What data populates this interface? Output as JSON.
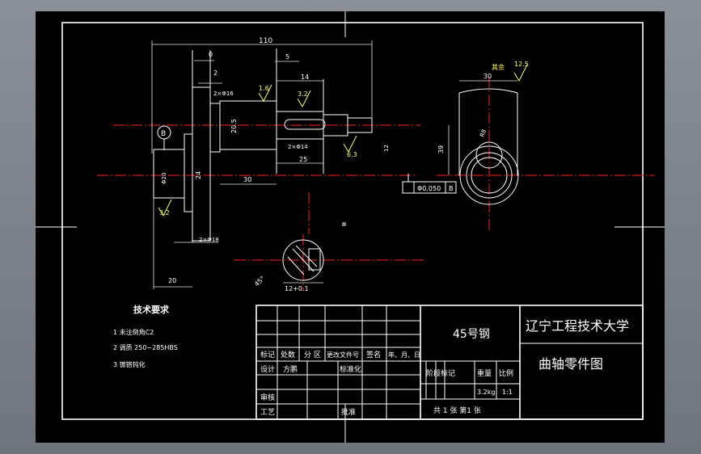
{
  "dims": {
    "overall_length": "110",
    "d0": "0",
    "d5": "5",
    "d14": "14",
    "d2": "2",
    "d30_top": "30",
    "d30_bottom": "30",
    "d25": "25",
    "d24": "24",
    "d20": "20",
    "d39": "39",
    "d20r": "20.5",
    "d12": "12",
    "chamfer1": "2×Φ16",
    "chamfer2": "2×Φ14",
    "chamfer3": "2×Φ18",
    "keyway": "12+0.1",
    "tol1": "Φ0.050",
    "tol_ref": "B",
    "datum": "B",
    "rough_1": "1.6",
    "rough_2": "3.2",
    "rough_3": "6.3",
    "rough_4": "3.2",
    "rough_rest": "其余",
    "rough_rest_val": "12.5",
    "shaft_dia": "Φ20",
    "angle": "45°",
    "small_r": "R8"
  },
  "tech": {
    "heading": "技术要求",
    "item1": "1  未注倒角C2",
    "item2": "2  调质 250~285HBS",
    "item3": "3  镀铬钝化"
  },
  "title_block": {
    "material": "45号钢",
    "school": "辽宁工程技术大学",
    "part_name": "曲轴零件图",
    "h_mark": "标记",
    "h_count": "处数",
    "h_zone": "分 区",
    "h_docno": "更改文件号",
    "h_sign": "签名",
    "h_date": "年、月、日",
    "h_design": "设计",
    "h_std": "标准化",
    "h_review": "审核",
    "h_process": "工艺",
    "h_approve": "批准",
    "stage_label": "阶段标记",
    "weight_label": "重量",
    "scale_label": "比例",
    "weight_val": "3.2kg",
    "scale_val": "1:1",
    "sheets": "共  1 张   第1  张",
    "design_name": "方鹏"
  }
}
